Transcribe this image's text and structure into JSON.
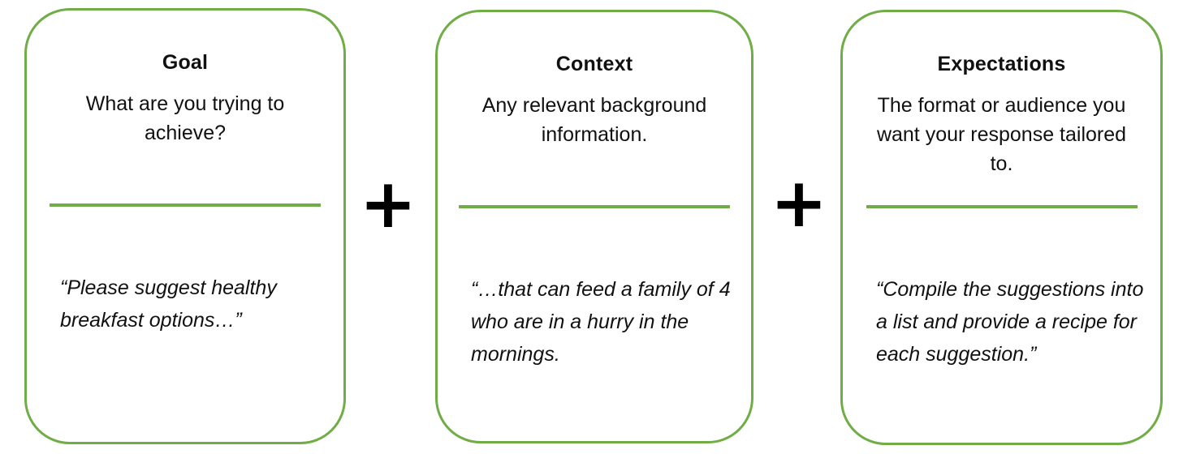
{
  "canvas": {
    "background": "#ffffff"
  },
  "colors": {
    "accent_green": "#70AD47",
    "text": "#111111",
    "plus_black": "#000000"
  },
  "cards": [
    {
      "id": "goal",
      "title": "Goal",
      "description": "What are you trying to achieve?",
      "quote": "“Please suggest healthy breakfast options…”"
    },
    {
      "id": "context",
      "title": "Context",
      "description": "Any relevant background information.",
      "quote": "“…that can feed a family of 4 who are in a hurry in the mornings."
    },
    {
      "id": "expectations",
      "title": "Expectations",
      "description": "The format or audience you want your response tailored to.",
      "quote": "“Compile the suggestions into a list and provide a recipe for each suggestion.”"
    }
  ],
  "separators": [
    {
      "symbol": "+"
    },
    {
      "symbol": "+"
    }
  ]
}
